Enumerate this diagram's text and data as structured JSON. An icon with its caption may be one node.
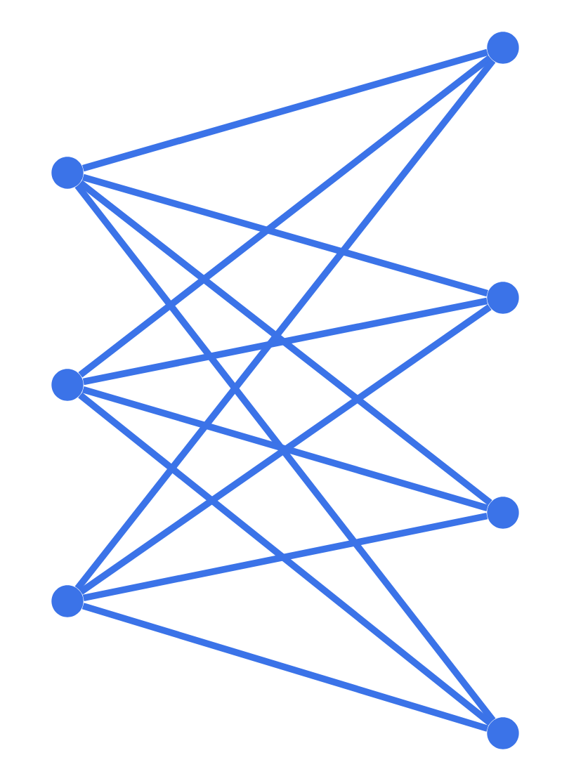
{
  "diagram": {
    "nodes": [
      {
        "text": [],
        "shape": "circle"
      },
      {
        "text": [],
        "shape": "circle"
      },
      {
        "text": [],
        "shape": "circle"
      },
      {
        "text": [],
        "shape": "circle"
      },
      {
        "text": [],
        "shape": "circle"
      },
      {
        "text": [],
        "shape": "circle"
      },
      {
        "text": [],
        "shape": "circle"
      }
    ],
    "edges": [
      {
        "from": 0,
        "to": 3,
        "arrow": "none"
      },
      {
        "from": 0,
        "to": 4,
        "arrow": "none"
      },
      {
        "from": 0,
        "to": 5,
        "arrow": "none"
      },
      {
        "from": 0,
        "to": 6,
        "arrow": "none"
      },
      {
        "from": 1,
        "to": 3,
        "arrow": "none"
      },
      {
        "from": 1,
        "to": 4,
        "arrow": "none"
      },
      {
        "from": 1,
        "to": 5,
        "arrow": "none"
      },
      {
        "from": 1,
        "to": 6,
        "arrow": "none"
      },
      {
        "from": 2,
        "to": 3,
        "arrow": "none"
      },
      {
        "from": 2,
        "to": 4,
        "arrow": "none"
      },
      {
        "from": 2,
        "to": 5,
        "arrow": "none"
      },
      {
        "from": 2,
        "to": 6,
        "arrow": "none"
      }
    ]
  }
}
